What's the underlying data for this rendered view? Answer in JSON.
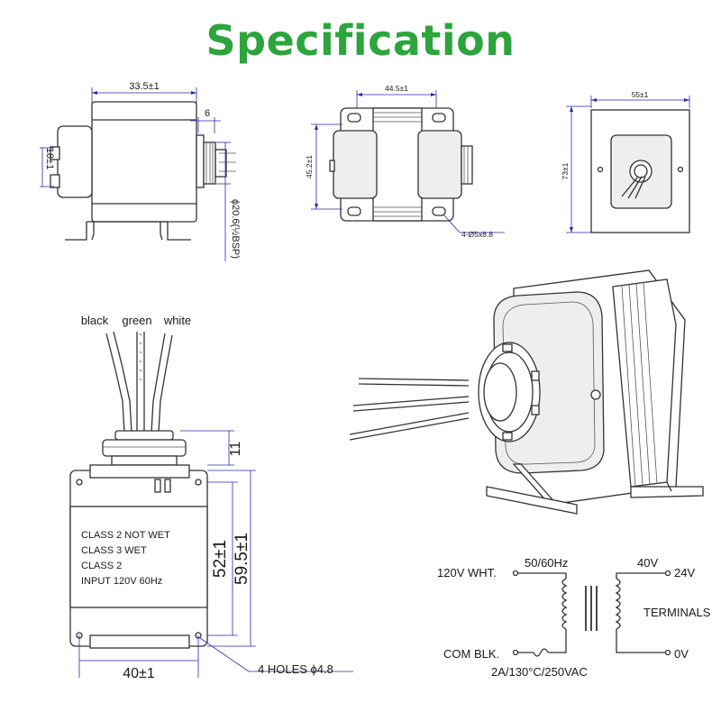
{
  "title": "Specification",
  "colors": {
    "title": "#2ca53c",
    "line": "#333333",
    "dimension": "#2a2aaa"
  },
  "side_view": {
    "width": "33.5±1",
    "offset": "6",
    "height": "18±1",
    "thread": "ϕ20.6(½BSP)"
  },
  "front_view": {
    "width": "44.5±1",
    "height": "45.2±1",
    "holes": "4-Ø5x8.8"
  },
  "back_view": {
    "width": "55±1",
    "height": "73±1"
  },
  "wire_labels": {
    "black": "black",
    "green": "green",
    "white": "white"
  },
  "label_plate": {
    "lines": [
      "CLASS 2 NOT WET",
      "CLASS 3 WET",
      "CLASS 2",
      "INPUT 120V 60Hz"
    ]
  },
  "main_view": {
    "top": "11",
    "inner_height": "52±1",
    "outer_height": "59.5±1",
    "width": "40±1",
    "holes": "4 HOLES ϕ4.8"
  },
  "schematic": {
    "primary_label": "120V WHT.",
    "frequency": "50/60Hz",
    "common_label": "COM BLK.",
    "fuse": "2A/130°C/250VAC",
    "secondary_voltage": "40V",
    "tap_24": "24V",
    "terminals": "TERMINALS",
    "tap_0": "0V"
  }
}
